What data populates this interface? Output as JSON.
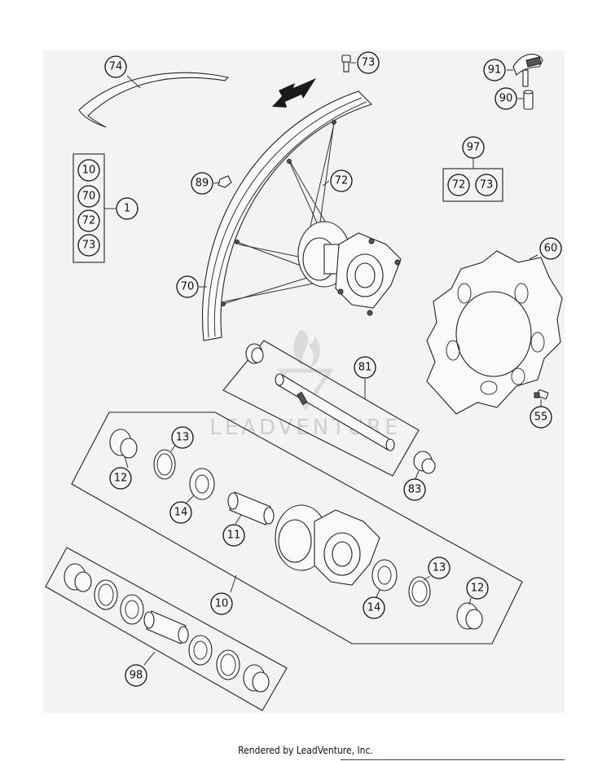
{
  "diagram": {
    "callouts": {
      "c74": "74",
      "c73_top": "73",
      "c91": "91",
      "c90": "90",
      "c1": "1",
      "c10_box": "10",
      "c70_box": "70",
      "c72_box": "72",
      "c73_box": "73",
      "c97": "97",
      "c72_kit": "72",
      "c73_kit": "73",
      "c89": "89",
      "c72_spoke": "72",
      "c70_rim": "70",
      "c60": "60",
      "c55": "55",
      "c81": "81",
      "c83": "83",
      "c13_top": "13",
      "c12_top": "12",
      "c14_top": "14",
      "c11": "11",
      "c13_right": "13",
      "c12_right": "12",
      "c14_bottom": "14",
      "c10_hub": "10",
      "c98": "98"
    },
    "watermark": "LEADVENTURE"
  },
  "footer": {
    "credit": "Rendered by LeadVenture, Inc."
  }
}
